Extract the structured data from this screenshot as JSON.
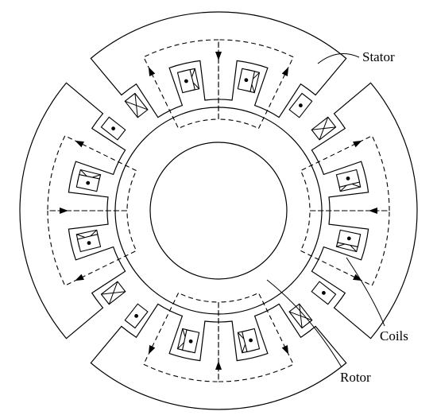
{
  "labels": {
    "stator": "Stator",
    "coils": "Coils",
    "rotor": "Rotor"
  },
  "colors": {
    "ink": "#000000",
    "paper": "#ffffff"
  }
}
